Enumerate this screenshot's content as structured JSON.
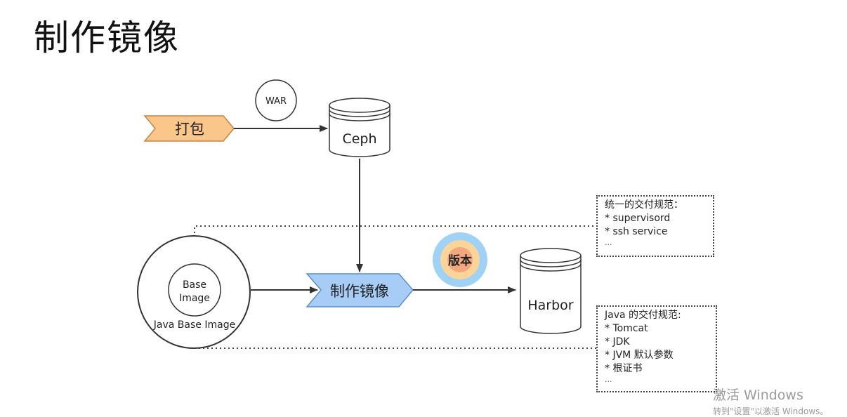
{
  "title": "制作镜像",
  "colors": {
    "package_fill": "#fbc68a",
    "build_fill": "#a7cdf6",
    "version_ring": "#9fd2f5",
    "version_inner": "#fbd49a",
    "version_core": "#f3a77d"
  },
  "nodes": {
    "package": "打包",
    "war": "WAR",
    "ceph": "Ceph",
    "build": "制作镜像",
    "version": "版本",
    "harbor": "Harbor",
    "base_image_line1": "Base",
    "base_image_line2": "Image",
    "java_base_image": "Java Base Image"
  },
  "notes": {
    "unified_spec": {
      "heading": "统一的交付规范：",
      "items": [
        "* supervisord",
        "* ssh service"
      ],
      "ellipsis": "..."
    },
    "java_spec": {
      "heading": "Java 的交付规范:",
      "items": [
        "* Tomcat",
        "* JDK",
        "* JVM 默认参数",
        "* 根证书"
      ],
      "ellipsis": "..."
    }
  },
  "watermark": {
    "line1": "激活 Windows",
    "line2": "转到\"设置\"以激活 Windows。"
  }
}
